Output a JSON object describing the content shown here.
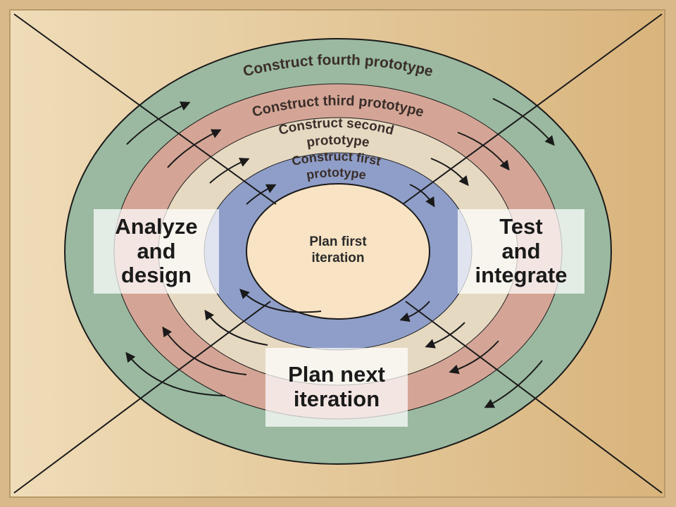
{
  "colors": {
    "outer_background": "#d9b98a",
    "panel_background": "#ecd5ab",
    "ring_outer": "#9ab9a0",
    "ring_second": "#d4a596",
    "ring_third": "#e6d9c2",
    "ring_inner": "#8f9ec8",
    "center": "#f8e3c4",
    "lines": "#1a1a1a"
  },
  "rings": {
    "fourth": "Construct fourth prototype",
    "third": "Construct third prototype",
    "second_line1": "Construct second",
    "second_line2": "prototype",
    "first_line1": "Construct first",
    "first_line2": "prototype"
  },
  "center": {
    "line1": "Plan first",
    "line2": "iteration"
  },
  "phases": {
    "analyze": [
      "Analyze",
      "and",
      "design"
    ],
    "test": [
      "Test",
      "and",
      "integrate"
    ],
    "plan_next": [
      "Plan next",
      "iteration"
    ]
  }
}
